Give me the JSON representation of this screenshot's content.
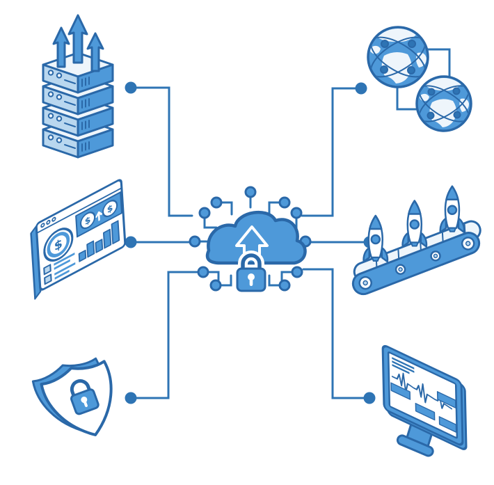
{
  "diagram": {
    "type": "hub-and-spoke-illustration",
    "center": {
      "icon": "secure-cloud-upload-lock-icon",
      "parts": [
        "cloud",
        "upload-arrow",
        "padlock",
        "circuit-nodes"
      ]
    },
    "spokes": [
      {
        "icon": "server-stack-up-arrows-icon",
        "position": "top-left"
      },
      {
        "icon": "connected-globes-icon",
        "position": "top-right"
      },
      {
        "icon": "finance-dashboard-icon",
        "position": "middle-left"
      },
      {
        "icon": "rocket-conveyor-icon",
        "position": "middle-right"
      },
      {
        "icon": "shield-padlock-icon",
        "position": "bottom-left"
      },
      {
        "icon": "monitor-heartbeat-icon",
        "position": "bottom-right"
      }
    ],
    "currency_symbol": "$"
  },
  "colors": {
    "dark": "#2a68a8",
    "med": "#4e99d9",
    "light": "#b9d7ef",
    "pale": "#eef5fb",
    "line": "#2e74b4",
    "bg": "#ffffff"
  }
}
